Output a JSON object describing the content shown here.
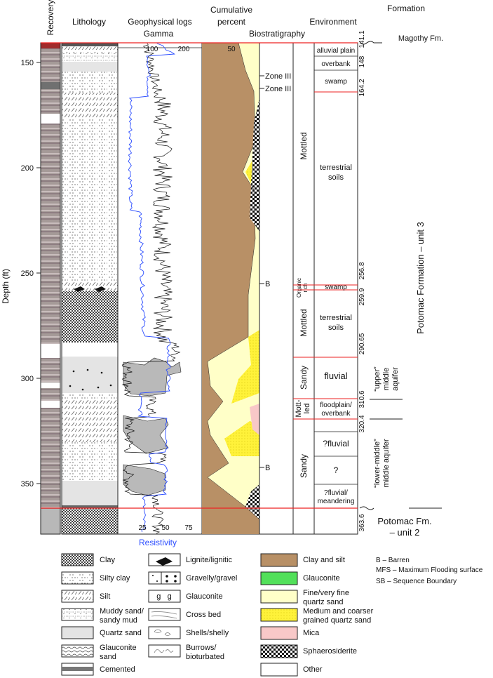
{
  "headers": {
    "recovery": "Recovery",
    "lithology": "Lithology",
    "geophysical_logs": "Geophysical logs",
    "gamma": "Gamma",
    "cumulative": "Cumulative",
    "percent": "percent",
    "biostratigraphy": "Biostratigraphy",
    "environment": "Environment",
    "formation": "Formation"
  },
  "depth_axis": {
    "label": "Depth (ft)",
    "ticks": [
      "150",
      "200",
      "250",
      "300",
      "350"
    ]
  },
  "gamma_ticks": [
    "100",
    "200"
  ],
  "resistivity_ticks": [
    "25",
    "50",
    "75"
  ],
  "resistivity_label": "Resistivity",
  "cumulative_tick": "50",
  "biostrat_labels": [
    "Zone III",
    "Zone III",
    "B",
    "B"
  ],
  "facies": [
    "Mottled",
    "Organic",
    "rich",
    "Mottled",
    "Sandy",
    "Mott-",
    "led",
    "Sandy"
  ],
  "environments": [
    "alluvial plain",
    "overbank",
    "swamp",
    "terrestrial",
    "soils",
    "swamp",
    "terrestrial",
    "soils",
    "fluvial",
    "floodplain/",
    "overbank",
    "?fluvial",
    "?",
    "?fluvial/",
    "meandering"
  ],
  "boundary_depths": [
    "141.1",
    "148",
    "164.2",
    "256.8",
    "259.9",
    "290.65",
    "310.6",
    "320.4",
    "363.6"
  ],
  "formations": {
    "top": "Magothy Fm.",
    "main": "Potomac Formation – unit 3",
    "upper_aquifer": [
      "“upper”",
      "middle",
      "aquifer"
    ],
    "lower_aquifer": [
      "“lower-middle”",
      "middle aquifer"
    ],
    "bottom": [
      "Potomac Fm.",
      "– unit 2"
    ]
  },
  "legend": {
    "lithology": [
      "Clay",
      "Silty clay",
      "Silt",
      "Muddy sand/",
      "sandy mud",
      "Quartz sand",
      "Glauconite",
      "sand",
      "Cemented"
    ],
    "symbols": [
      "Lignite/lignitic",
      "Gravelly/gravel",
      "Glauconite",
      "Cross bed",
      "Shells/shelly",
      "Burrows/",
      "bioturbated"
    ],
    "glauconite_symbol": "g   g",
    "composition": [
      "Clay and silt",
      "Glauconite",
      "Fine/very fine",
      "quartz sand",
      "Medium and coarser",
      "grained quartz sand",
      "Mica",
      "Sphaerosiderite",
      "Other"
    ],
    "abbreviations": [
      "B – Barren",
      "MFS – Maximum Flooding surface",
      "SB – Sequence Boundary"
    ]
  },
  "colors": {
    "clay_silt": "#b89066",
    "fine_sand": "#ffffc8",
    "medium_sand": "#fff23a",
    "glauconite": "#52e05a",
    "mica": "#f8c8c8",
    "gamma_fill": "#b9b9b9",
    "resistivity": "#2a4cff",
    "boundary": "#ee2222"
  }
}
